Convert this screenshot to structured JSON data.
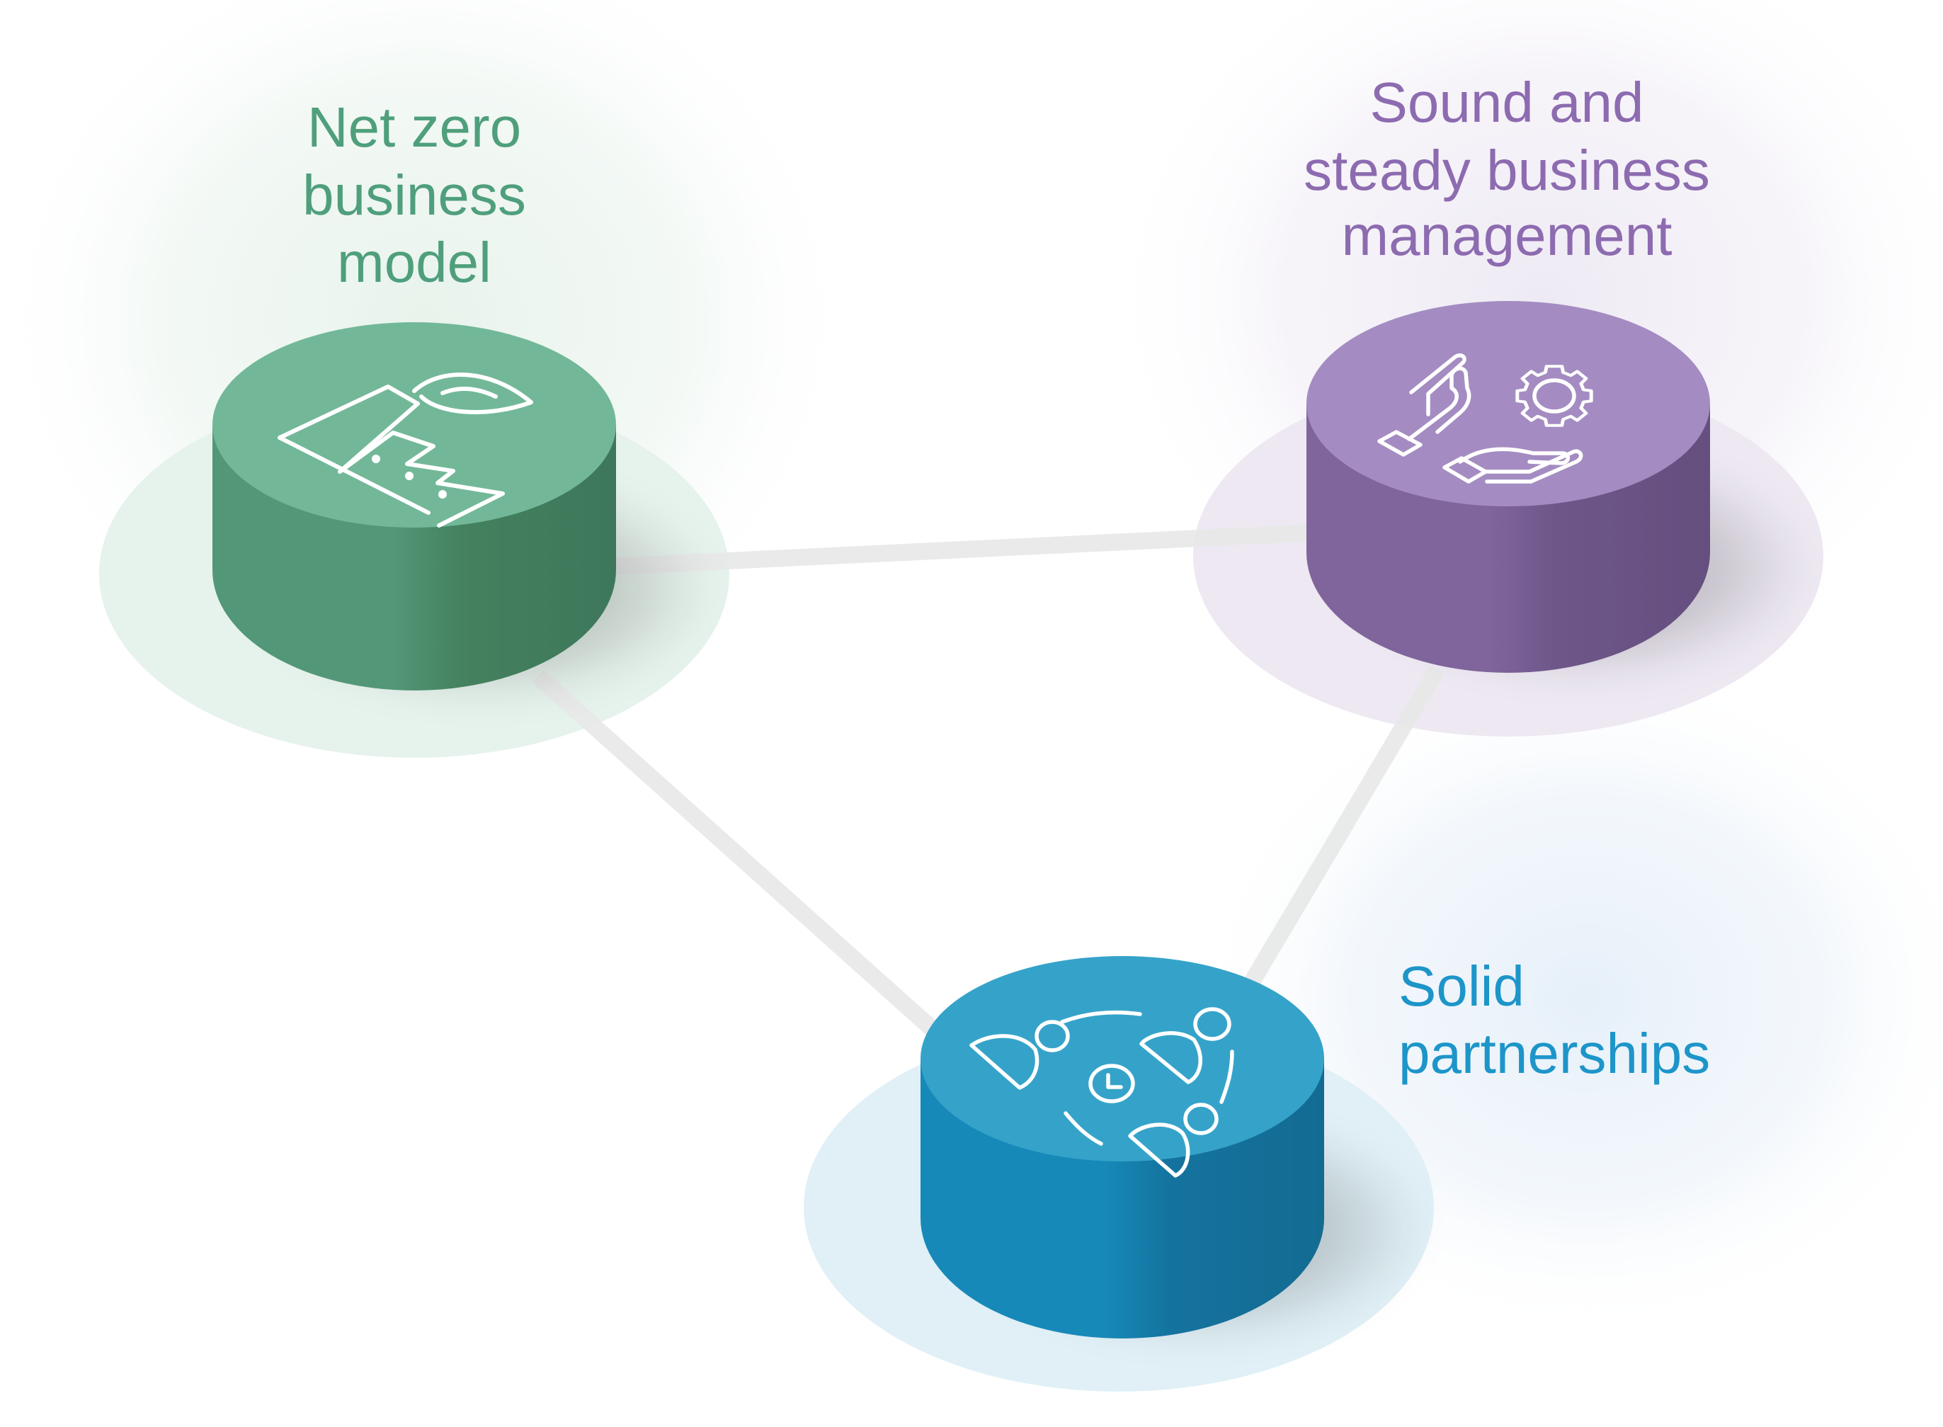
{
  "title": "",
  "pillars": [
    {
      "id": "net-zero",
      "label_lines": [
        "Net zero",
        "business",
        "model"
      ],
      "icon": "factory-leaf-icon",
      "colors": {
        "text": "#4f9f7c",
        "top": "#72b898",
        "side_light": "#529777",
        "side_dark": "#3e775b",
        "halo": "#e6f2ec",
        "glow": "#eaf4ee"
      }
    },
    {
      "id": "sound-management",
      "label_lines": [
        "Sound and",
        "steady business",
        "management"
      ],
      "icon": "hands-gear-icon",
      "colors": {
        "text": "#8d6bb0",
        "top": "#a48cc2",
        "side_light": "#80659c",
        "side_dark": "#654f7f",
        "halo": "#ede8f2",
        "glow": "#f0ecf5"
      }
    },
    {
      "id": "solid-partnerships",
      "label_lines": [
        "Solid",
        "partnerships"
      ],
      "icon": "people-network-clock-icon",
      "colors": {
        "text": "#1d95c9",
        "top": "#35a3c9",
        "side_light": "#1789b9",
        "side_dark": "#136b92",
        "halo": "#e0f0f6",
        "glow": "#eaf2fa"
      }
    }
  ],
  "connectors": [
    {
      "from": "net-zero",
      "to": "sound-management"
    },
    {
      "from": "net-zero",
      "to": "solid-partnerships"
    },
    {
      "from": "sound-management",
      "to": "solid-partnerships"
    }
  ],
  "connector_color": "#e9e9e9"
}
